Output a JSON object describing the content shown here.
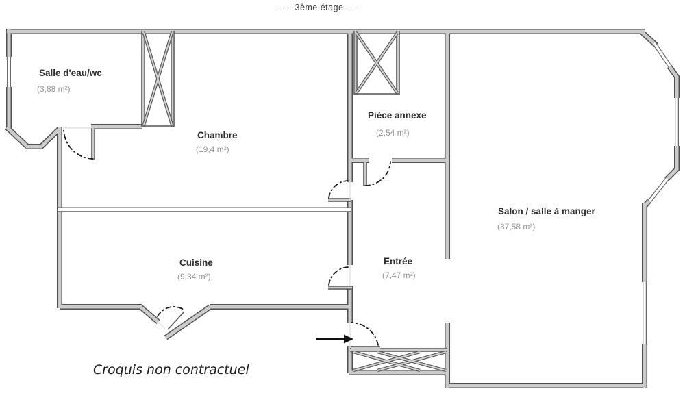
{
  "title": "-----  3ème étage  -----",
  "footer_note": "Croquis non contractuel",
  "rooms": [
    {
      "id": "salle-deau-wc",
      "name": "Salle d'eau/wc",
      "area": "(3,88 m²)"
    },
    {
      "id": "chambre",
      "name": "Chambre",
      "area": "(19,4 m²)"
    },
    {
      "id": "piece-annexe",
      "name": "Pièce annexe",
      "area": "(2,54 m²)"
    },
    {
      "id": "salon-salle-a-manger",
      "name": "Salon / salle à manger",
      "area": "(37,58 m²)"
    },
    {
      "id": "cuisine",
      "name": "Cuisine",
      "area": "(9,34 m²)"
    },
    {
      "id": "entree",
      "name": "Entrée",
      "area": "(7,47 m²)"
    }
  ],
  "symbols": {
    "entrance_arrow": "arrow pointing right at main entrance door",
    "x_box": "shaft / stair hatch symbol with crossed diagonals",
    "dashed_arc": "door swing",
    "double_thin_line": "window / glazed partition"
  },
  "colors": {
    "background": "#ffffff",
    "wall_fill": "#cbcbcb",
    "wall_outline": "#4f4f4f",
    "room_name_text": "#2d2d2d",
    "room_area_text": "#949494",
    "door_arc": "#1a1a1a"
  }
}
